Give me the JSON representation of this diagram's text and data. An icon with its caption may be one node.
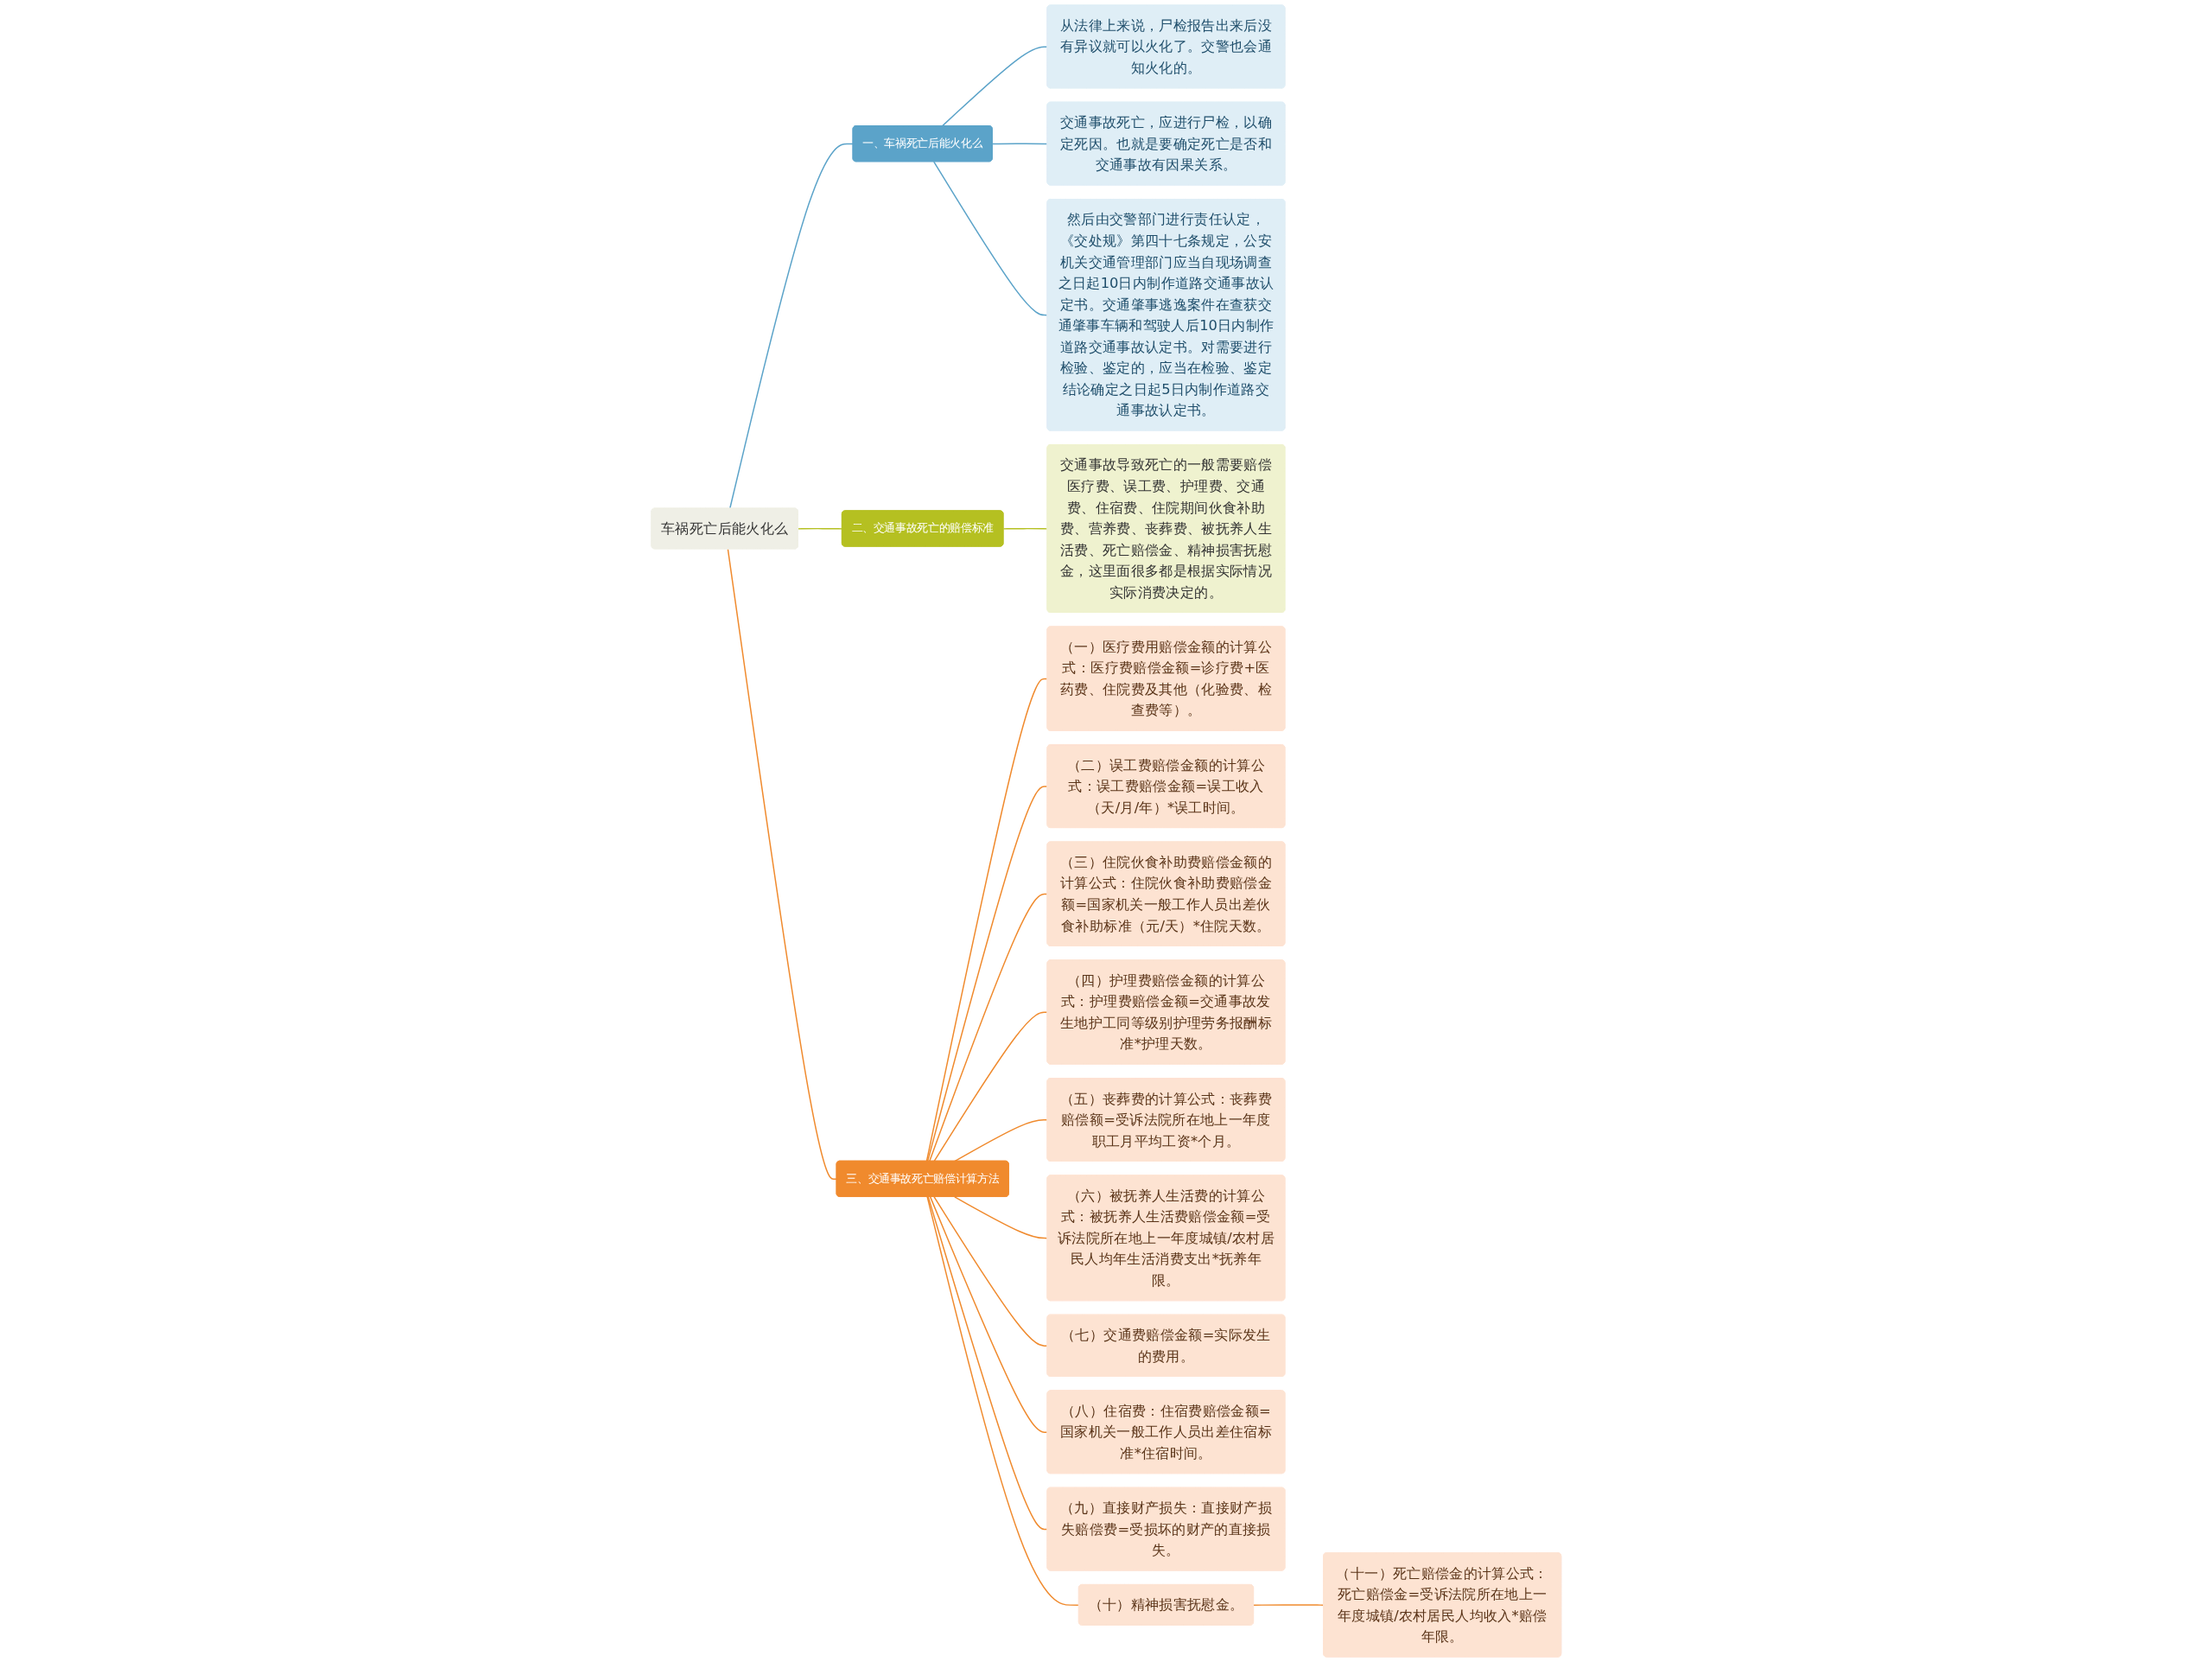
{
  "diagram": {
    "nodes": [
      {
        "text": [
          "车祸死亡后能火化么"
        ]
      },
      {
        "text": [
          "一、车祸死亡后能火化么"
        ]
      },
      {
        "text": [
          "从法律上来说，尸检报告出来后没有异议就可以火化了。交警也会通知火化的。"
        ]
      },
      {
        "text": [
          "交通事故死亡，应进行尸检，以确定死因。也就是要确定死亡是否和交通事故有因果关系。"
        ]
      },
      {
        "text": [
          "然后由交警部门进行责任认定，《交处规》第四十七条规定，公安机关交通管理部门应当自现场调查之日起10日内制作道路交通事故认定书。交通肇事逃逸案件在查获交通肇事车辆和驾驶人后10日内制作道路交通事故认定书。对需要进行检验、鉴定的，应当在检验、鉴定结论确定之日起5日内制作道路交通事故认定书。"
        ]
      },
      {
        "text": [
          "二、交通事故死亡的赔偿标准"
        ]
      },
      {
        "text": [
          "交通事故导致死亡的一般需要赔偿医疗费、误工费、护理费、交通费、住宿费、住院期间伙食补助费、营养费、丧葬费、被抚养人生活费、死亡赔偿金、精神损害抚慰金，这里面很多都是根据实际情况实际消费决定的。"
        ]
      },
      {
        "text": [
          "三、交通事故死亡赔偿计算方法"
        ]
      },
      {
        "text": [
          "（一）医疗费用赔偿金额的计算公式：医疗费赔偿金额=诊疗费+医药费、住院费及其他（化验费、检查费等）。"
        ]
      },
      {
        "text": [
          "（二）误工费赔偿金额的计算公式：误工费赔偿金额=误工收入（天/月/年）*误工时间。"
        ]
      },
      {
        "text": [
          "（三）住院伙食补助费赔偿金额的计算公式：住院伙食补助费赔偿金额=国家机关一般工作人员出差伙食补助标准（元/天）*住院天数。"
        ]
      },
      {
        "text": [
          "（四）护理费赔偿金额的计算公式：护理费赔偿金额=交通事故发生地护工同等级别护理劳务报酬标准*护理天数。"
        ]
      },
      {
        "text": [
          "（五）丧葬费的计算公式：丧葬费赔偿额=受诉法院所在地上一年度职工月平均工资*个月。"
        ]
      },
      {
        "text": [
          "（六）被抚养人生活费的计算公式：被抚养人生活费赔偿金额=受诉法院所在地上一年度城镇/农村居民人均年生活消费支出*抚养年限。"
        ]
      },
      {
        "text": [
          "（七）交通费赔偿金额=实际发生的费用。"
        ]
      },
      {
        "text": [
          "（八）住宿费：住宿费赔偿金额=国家机关一般工作人员出差住宿标准*住宿时间。"
        ]
      },
      {
        "text": [
          "（九）直接财产损失：直接财产损失赔偿费=受损坏的财产的直接损失。"
        ]
      },
      {
        "text": [
          "（十）精神损害抚慰金。"
        ]
      },
      {
        "text": [
          "（十一）死亡赔偿金的计算公式：死亡赔偿金=受诉法院所在地上一年度城镇/农村居民人均收入*赔偿年限。"
        ]
      }
    ],
    "edges": [
      {
        "from": 0,
        "to": 1,
        "arrow": "none",
        "color": "#5ba3c9"
      },
      {
        "from": 1,
        "to": 2,
        "arrow": "none",
        "color": "#5ba3c9"
      },
      {
        "from": 1,
        "to": 3,
        "arrow": "none",
        "color": "#5ba3c9"
      },
      {
        "from": 1,
        "to": 4,
        "arrow": "none",
        "color": "#5ba3c9"
      },
      {
        "from": 0,
        "to": 5,
        "arrow": "none",
        "color": "#b5c021"
      },
      {
        "from": 5,
        "to": 6,
        "arrow": "none",
        "color": "#b5c021"
      },
      {
        "from": 0,
        "to": 7,
        "arrow": "none"
      },
      {
        "from": 7,
        "to": 8,
        "arrow": "none"
      },
      {
        "from": 7,
        "to": 9,
        "arrow": "none"
      },
      {
        "from": 7,
        "to": 10,
        "arrow": "none"
      },
      {
        "from": 7,
        "to": 11,
        "arrow": "none"
      },
      {
        "from": 7,
        "to": 12,
        "arrow": "none"
      },
      {
        "from": 7,
        "to": 13,
        "arrow": "none"
      },
      {
        "from": 7,
        "to": 14,
        "arrow": "none"
      },
      {
        "from": 7,
        "to": 15,
        "arrow": "none"
      },
      {
        "from": 7,
        "to": 16,
        "arrow": "none"
      },
      {
        "from": 7,
        "to": 17,
        "arrow": "none"
      },
      {
        "from": 17,
        "to": 18,
        "arrow": "none"
      }
    ]
  }
}
